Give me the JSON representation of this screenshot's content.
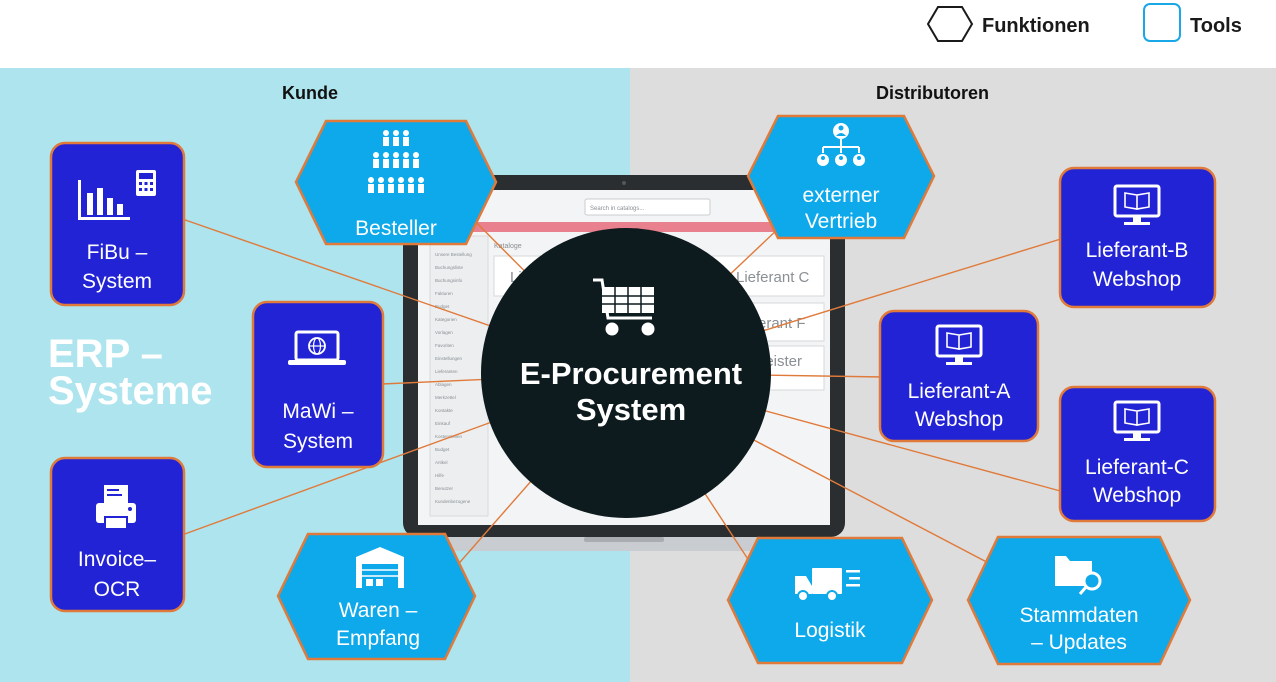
{
  "legend": {
    "functions_label": "Funktionen",
    "tools_label": "Tools"
  },
  "sections": {
    "left_title": "Kunde",
    "right_title": "Distributoren"
  },
  "erp": {
    "line1": "ERP –",
    "line2": "Systeme"
  },
  "center": {
    "line1": "E-Procurement",
    "line2": "System",
    "icon": "shopping-cart-icon"
  },
  "tools": {
    "fibu": {
      "line1": "FiBu –",
      "line2": "System",
      "icon": "bar-chart-calculator-icon"
    },
    "mawi": {
      "line1": "MaWi –",
      "line2": "System",
      "icon": "laptop-globe-icon"
    },
    "invoice": {
      "line1": "Invoice–",
      "line2": "OCR",
      "icon": "printer-icon"
    },
    "lief_b": {
      "line1": "Lieferant-B",
      "line2": "Webshop",
      "icon": "monitor-book-icon"
    },
    "lief_a": {
      "line1": "Lieferant-A",
      "line2": "Webshop",
      "icon": "monitor-book-icon"
    },
    "lief_c": {
      "line1": "Lieferant-C",
      "line2": "Webshop",
      "icon": "monitor-book-icon"
    }
  },
  "functions": {
    "besteller": {
      "line1": "Besteller",
      "icon": "people-group-icon"
    },
    "vertrieb": {
      "line1": "externer",
      "line2": "Vertrieb",
      "icon": "org-chart-icon"
    },
    "waren": {
      "line1": "Waren –",
      "line2": "Empfang",
      "icon": "warehouse-icon"
    },
    "logistik": {
      "line1": "Logistik",
      "icon": "delivery-truck-icon"
    },
    "stammdaten": {
      "line1": "Stammdaten",
      "line2": "– Updates",
      "icon": "folder-search-icon"
    }
  },
  "laptop": {
    "search_placeholder": "Search in catalogs...",
    "catalog_header": "Kataloge",
    "cards": [
      "Lie",
      "Lieferant C",
      "erant F",
      "leister"
    ],
    "sidebar_items": [
      "Unsere Bestellung",
      "Buchungsliste",
      "Buchungsinfo",
      "Fakturen",
      "Budget",
      "Kategorien",
      "Vorlagen",
      "Favoriten",
      "Einstellungen",
      "Lieferanten",
      "Ablagen",
      "Merkzettel",
      "Kontakte",
      "Einkauf",
      "Kostenstellen",
      "Budget",
      "Artikel",
      "Hilfe",
      "Benutzer",
      "Kundenbezogene"
    ]
  },
  "colors": {
    "left_bg": "#ade4ee",
    "right_bg": "#dddddd",
    "tool_fill": "#2323d6",
    "tool_border": "#e07a3a",
    "function_fill": "#0ea9ea",
    "center_fill": "#0d1a1e",
    "connector": "#e07a3a",
    "legend_tool_border": "#1aa7e8"
  }
}
